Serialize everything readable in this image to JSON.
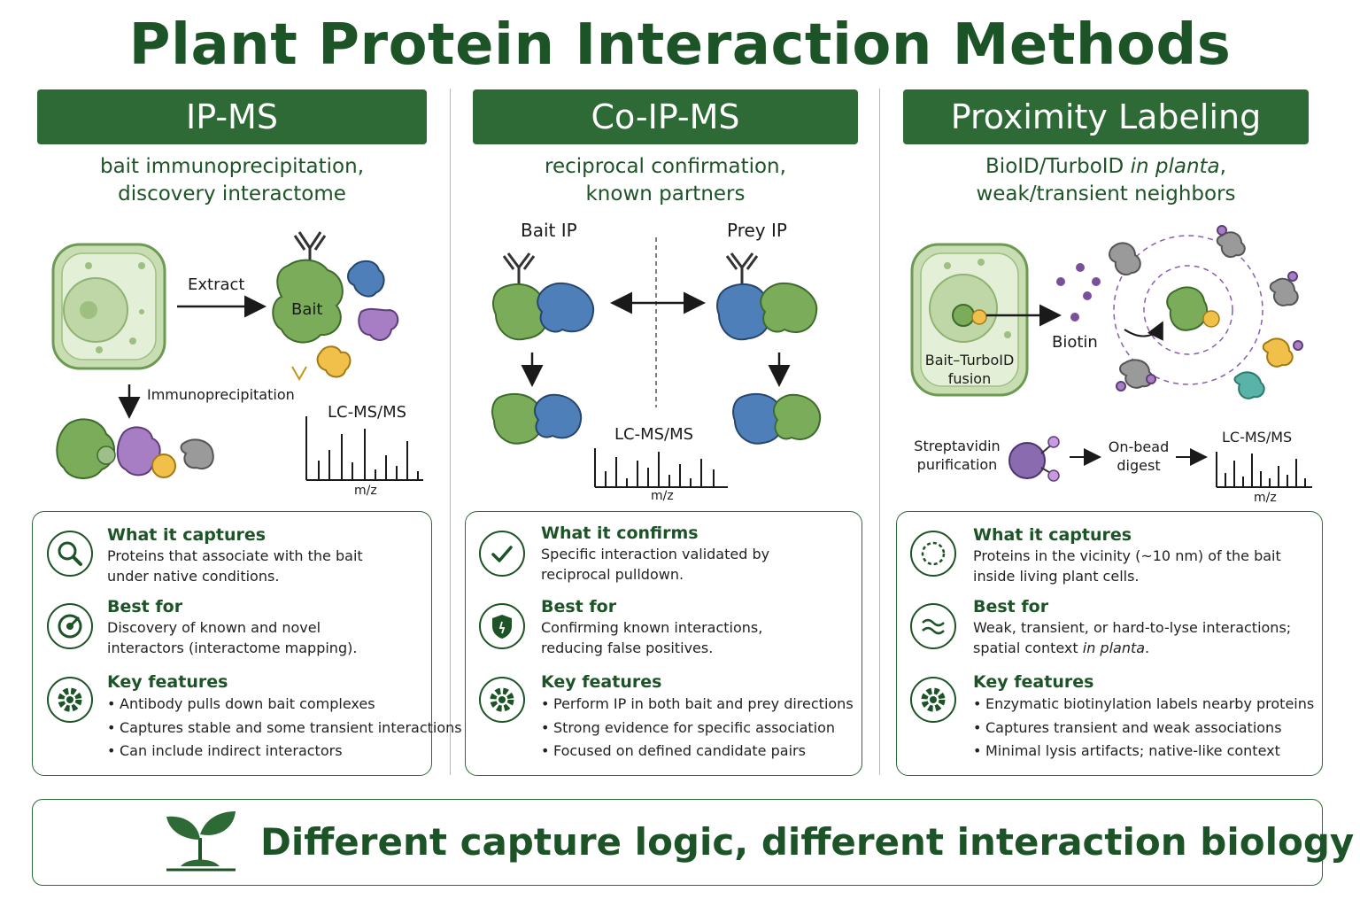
{
  "title": "Plant Protein Interaction Methods",
  "columns": [
    {
      "header": "IP-MS",
      "subtitle": [
        "bait immunoprecipitation,",
        "discovery interactome"
      ],
      "diagram": {
        "extract": "Extract",
        "bait": "Bait",
        "ip": "Immunoprecipitation",
        "lcms": "LC-MS/MS",
        "mz": "m/z"
      },
      "sections": [
        {
          "icon": "magnifier-icon",
          "head": "What it captures",
          "body": [
            "Proteins that associate with the bait",
            "under native conditions."
          ]
        },
        {
          "icon": "target-icon",
          "head": "Best for",
          "body": [
            "Discovery of known and novel",
            "interactors (interactome mapping)."
          ]
        },
        {
          "icon": "gear-icon",
          "head": "Key features",
          "bullets": [
            "Antibody pulls down bait complexes",
            "Captures stable and some transient interactions",
            "Can include indirect interactors"
          ]
        }
      ]
    },
    {
      "header": "Co-IP-MS",
      "subtitle": [
        "reciprocal confirmation,",
        "known partners"
      ],
      "diagram": {
        "bait_ip": "Bait IP",
        "prey_ip": "Prey IP",
        "lcms": "LC-MS/MS",
        "mz": "m/z"
      },
      "sections": [
        {
          "icon": "check-icon",
          "head": "What it confirms",
          "body": [
            "Specific interaction validated by",
            "reciprocal pulldown."
          ]
        },
        {
          "icon": "shield-icon",
          "head": "Best for",
          "body": [
            "Confirming known interactions,",
            "reducing false positives."
          ]
        },
        {
          "icon": "gear-icon",
          "head": "Key features",
          "bullets": [
            "Perform IP in both bait and prey directions",
            "Strong evidence for specific association",
            "Focused on defined candidate pairs"
          ]
        }
      ]
    },
    {
      "header": "Proximity Labeling",
      "subtitle_html": true,
      "subtitle": [
        "BioID/TurboID ",
        "in planta",
        ",",
        "weak/transient neighbors"
      ],
      "diagram": {
        "fusion": [
          "Bait–TurboID",
          "fusion"
        ],
        "biotin": "Biotin",
        "strep": [
          "Streptavidin",
          "purification"
        ],
        "digest": [
          "On-bead",
          "digest"
        ],
        "lcms": "LC-MS/MS",
        "mz": "m/z"
      },
      "sections": [
        {
          "icon": "dashed-circle-icon",
          "head": "What it captures",
          "body": [
            "Proteins in the vicinity (~10 nm) of the bait",
            "inside living plant cells."
          ]
        },
        {
          "icon": "wave-icon",
          "head": "Best for",
          "body": [
            "Weak, transient, or hard-to-lyse interactions;",
            "spatial context ",
            "in planta",
            "."
          ]
        },
        {
          "icon": "gear-icon",
          "head": "Key features",
          "bullets": [
            "Enzymatic biotinylation labels nearby proteins",
            "Captures transient and weak associations",
            "Minimal lysis artifacts; native-like context"
          ]
        }
      ]
    }
  ],
  "footer": {
    "icon": "sprout-icon",
    "text": "Different capture logic, different interaction biology"
  },
  "colors": {
    "dark_green": "#1d5427",
    "header_green": "#2d6a35",
    "protein_green": "#7bac5a",
    "protein_blue": "#4f7fb8",
    "protein_purple": "#a77ec4",
    "protein_yellow": "#f0c04a",
    "protein_grey": "#9a9a9a",
    "protein_teal": "#5ab3a8"
  }
}
